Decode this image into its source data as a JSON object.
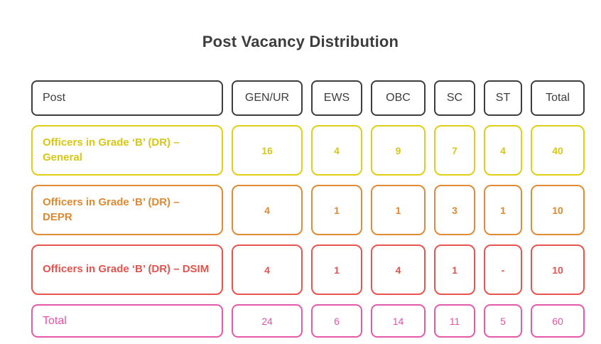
{
  "chart_data": {
    "type": "table",
    "title": "Post Vacancy Distribution",
    "xlabel": "",
    "ylabel": "",
    "categories": [
      "GEN/UR",
      "EWS",
      "OBC",
      "SC",
      "ST",
      "Total"
    ],
    "row_header": "Post",
    "series": [
      {
        "name": "Officers in Grade ‘B’ (DR) – General",
        "values": [
          "16",
          "4",
          "9",
          "7",
          "4",
          "40"
        ]
      },
      {
        "name": "Officers in Grade ‘B’ (DR) – DEPR",
        "values": [
          "4",
          "1",
          "1",
          "3",
          "1",
          "10"
        ]
      },
      {
        "name": "Officers in Grade ‘B’ (DR) – DSIM",
        "values": [
          "4",
          "1",
          "4",
          "1",
          "-",
          "10"
        ]
      },
      {
        "name": "Total",
        "values": [
          "24",
          "6",
          "14",
          "11",
          "5",
          "60"
        ]
      }
    ]
  },
  "table": {
    "header": {
      "post": "Post",
      "gen": "GEN/UR",
      "ews": "EWS",
      "obc": "OBC",
      "sc": "SC",
      "st": "ST",
      "total": "Total"
    },
    "rows": [
      {
        "label": "Officers in Grade ‘B’ (DR) – General",
        "gen": "16",
        "ews": "4",
        "obc": "9",
        "sc": "7",
        "st": "4",
        "total": "40",
        "color": "#e0ce17"
      },
      {
        "label": "Officers in Grade ‘B’ (DR) – DEPR",
        "gen": "4",
        "ews": "1",
        "obc": "1",
        "sc": "3",
        "st": "1",
        "total": "10",
        "color": "#e08b35"
      },
      {
        "label": "Officers in Grade ‘B’ (DR) – DSIM",
        "gen": "4",
        "ews": "1",
        "obc": "4",
        "sc": "1",
        "st": "-",
        "total": "10",
        "color": "#e8544e"
      },
      {
        "label": "Total",
        "gen": "24",
        "ews": "6",
        "obc": "14",
        "sc": "11",
        "st": "5",
        "total": "60",
        "color": "#e659a8"
      }
    ]
  },
  "colors": {
    "title": "#3d3d3d",
    "header_border": "#3d3d3d",
    "row_general": "#e0ce17",
    "row_depr": "#e08b35",
    "row_dsim": "#e8544e",
    "row_total": "#e659a8",
    "background": "#ffffff"
  }
}
